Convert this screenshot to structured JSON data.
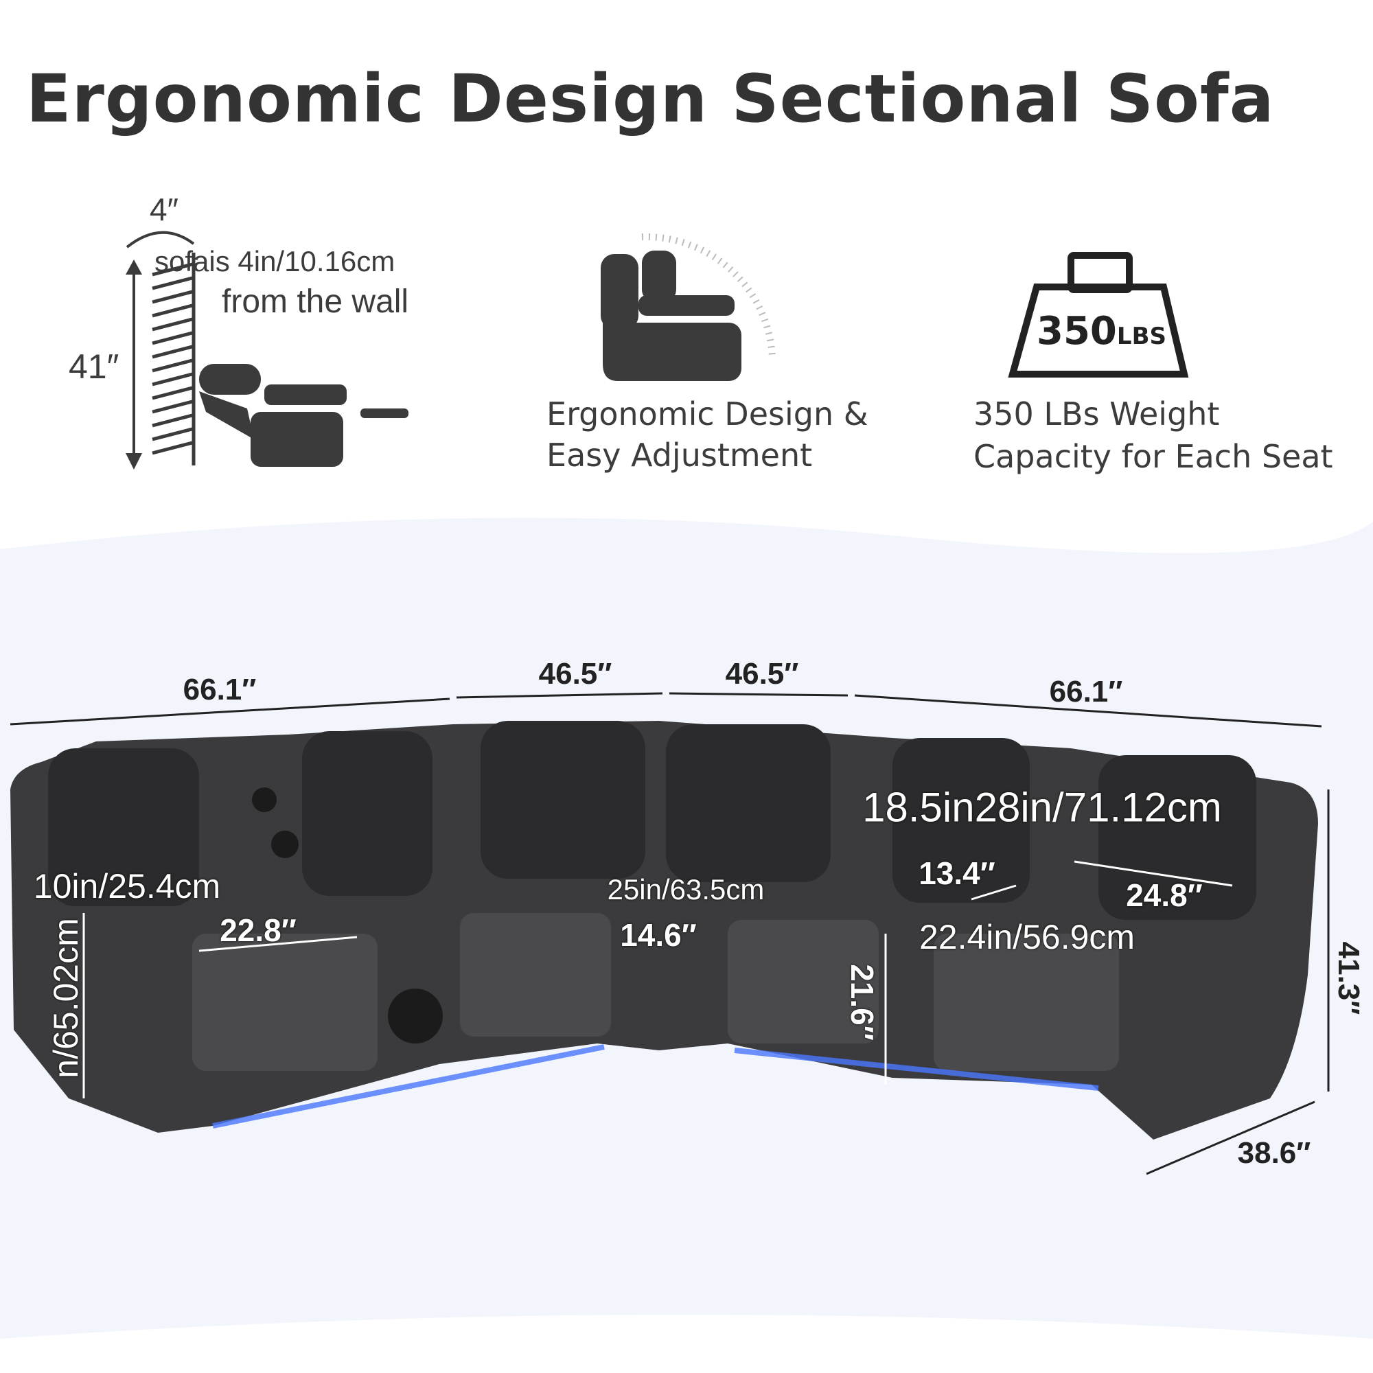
{
  "title": "Ergonomic Design Sectional Sofa",
  "features": {
    "wall": {
      "gap_label": "4″",
      "text_line1": "sofais 4in/10.16cm",
      "text_line2": "from the wall",
      "height_label": "41″"
    },
    "ergonomic": {
      "line1": "Ergonomic Design &",
      "line2": "Easy Adjustment"
    },
    "weight": {
      "badge_number": "350",
      "badge_unit": "LBS",
      "line1": "350 LBs Weight",
      "line2": "Capacity for Each Seat"
    }
  },
  "dimensions": {
    "left_width": "66.1″",
    "center_left_width": "46.5″",
    "center_right_width": "46.5″",
    "right_width": "66.1″",
    "backrest": "18.5in28in/71.12cm",
    "left_arm": "10in/25.4cm",
    "left_height": "n/65.02cm",
    "left_seat_width": "22.8″",
    "corner_depth": "25in/63.5cm",
    "corner_width": "14.6″",
    "console_width": "13.4″",
    "right_seat_diag": "24.8″",
    "seat_depth": "22.4in/56.9cm",
    "seat_height": "21.6″",
    "total_height": "41.3″",
    "depth": "38.6″"
  },
  "colors": {
    "text": "#333333",
    "sofa": "#3b3a3c",
    "led": "#4a78ff"
  }
}
